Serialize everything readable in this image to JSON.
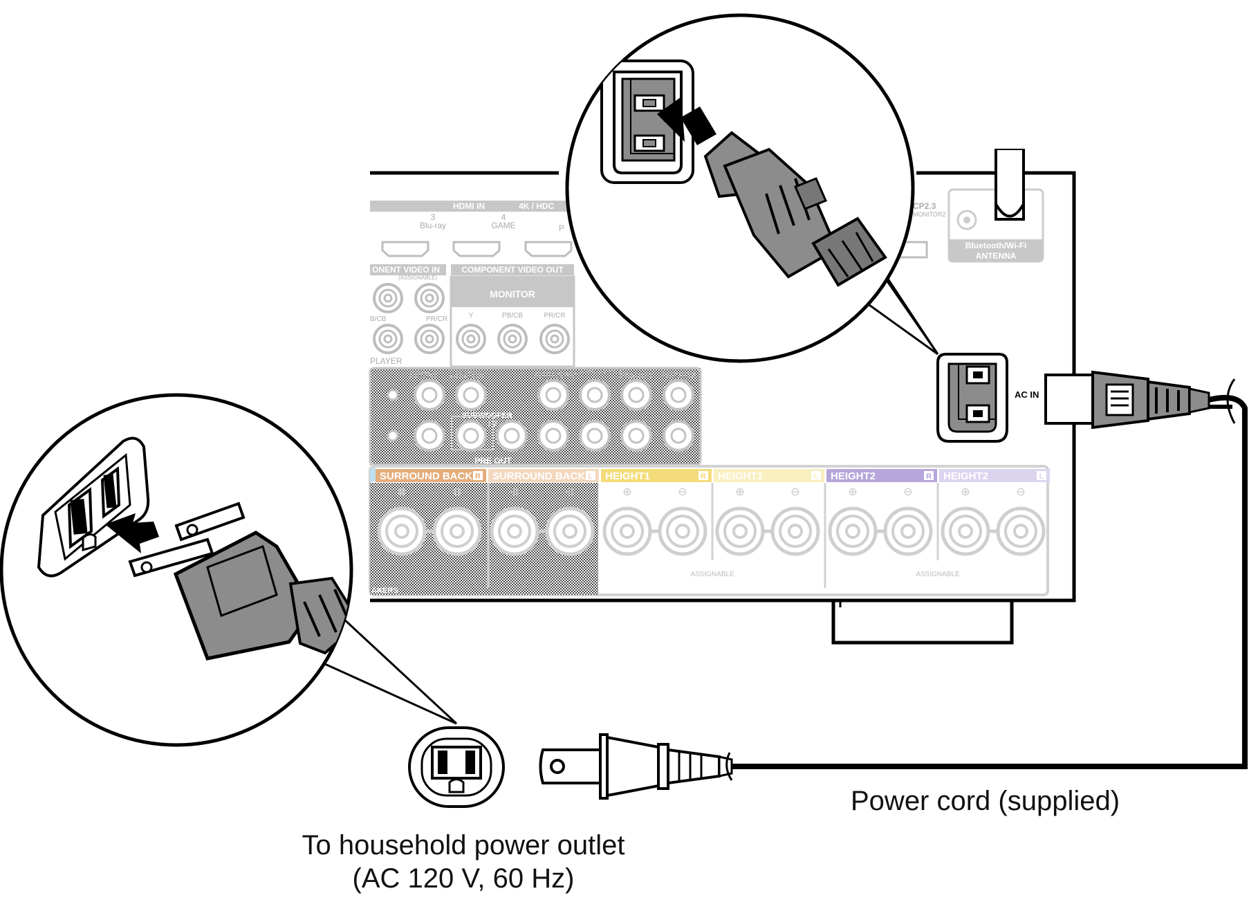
{
  "labels": {
    "power_cord": "Power cord (supplied)",
    "outlet_line1": "To household power outlet",
    "outlet_line2": "(AC 120 V, 60 Hz)",
    "ac_in": "AC IN",
    "antenna_line1": "Bluetooth/Wi-Fi",
    "antenna_line2": "ANTENNA"
  },
  "panel": {
    "hdmi_in": "HDMI IN",
    "hdmi_4k": "4K / HDC",
    "hdcp": "CP2.3",
    "monitor2": "MONITOR2",
    "hdmi_inputs": [
      {
        "number": "3",
        "name": "Blu-ray"
      },
      {
        "number": "4",
        "name": "GAME"
      },
      {
        "number": "",
        "name": "P"
      }
    ],
    "component_in": "ONENT VIDEO IN",
    "assignable_small": "(ASSIGNABLE)",
    "component_out": "COMPONENT VIDEO OUT",
    "monitor": "MONITOR",
    "y": "Y",
    "pb": "PB/CB",
    "pr": "PR/CR",
    "comp_in_pb": "B/CB",
    "comp_in_pr": "PR/CR",
    "player": "PLAYER",
    "preout_labels": [
      "FRONT",
      "CENTER",
      "SURROUND",
      "SURROUND BACK",
      "HEIGHT1",
      "HEIGHT2"
    ],
    "subwoofer": "SUBWOOFER",
    "sub_numbers": "1    2",
    "pre_out": "PRE OUT",
    "speaker_groups": [
      {
        "name": "SURROUND BACK",
        "side": "R",
        "color": "#e4ad7c"
      },
      {
        "name": "SURROUND BACK",
        "side": "L",
        "color": "#f3d7bd"
      },
      {
        "name": "HEIGHT1",
        "side": "R",
        "color": "#f4dc7a"
      },
      {
        "name": "HEIGHT1",
        "side": "L",
        "color": "#f9efbf"
      },
      {
        "name": "HEIGHT2",
        "side": "R",
        "color": "#b6a6db"
      },
      {
        "name": "HEIGHT2",
        "side": "L",
        "color": "#dcd4ef"
      }
    ],
    "plus": "⊕",
    "minus": "⊖",
    "assignable": "ASSIGNABLE",
    "speakers": "AKERS"
  }
}
